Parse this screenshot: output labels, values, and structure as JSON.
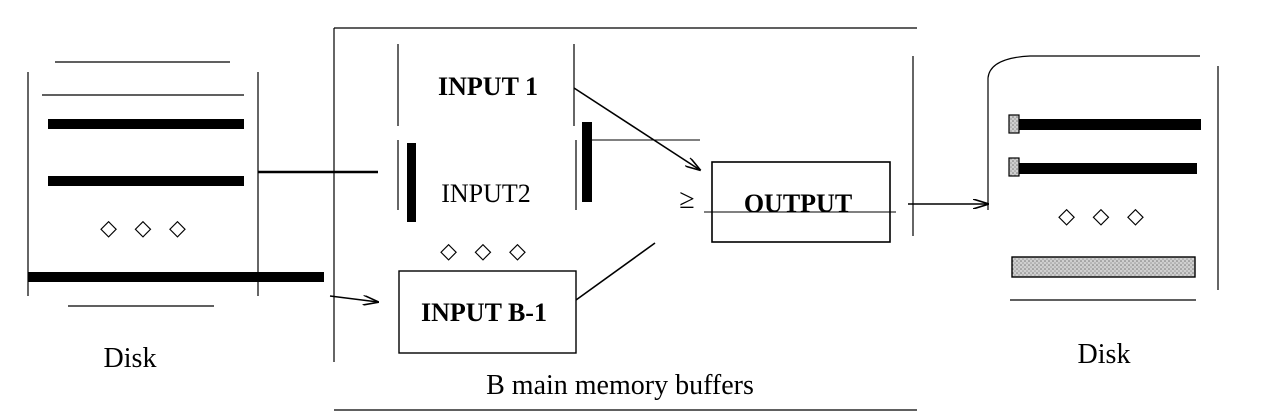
{
  "diagram": {
    "left_disk_label": "Disk",
    "right_disk_label": "Disk",
    "input_1_label": "INPUT 1",
    "input_2_label": "INPUT2",
    "input_b1_label": "INPUT B-1",
    "output_label": "OUTPUT",
    "buffers_caption": "B main memory buffers",
    "ellipsis": "◇ ◇ ◇",
    "comparison_symbol": "≥"
  }
}
